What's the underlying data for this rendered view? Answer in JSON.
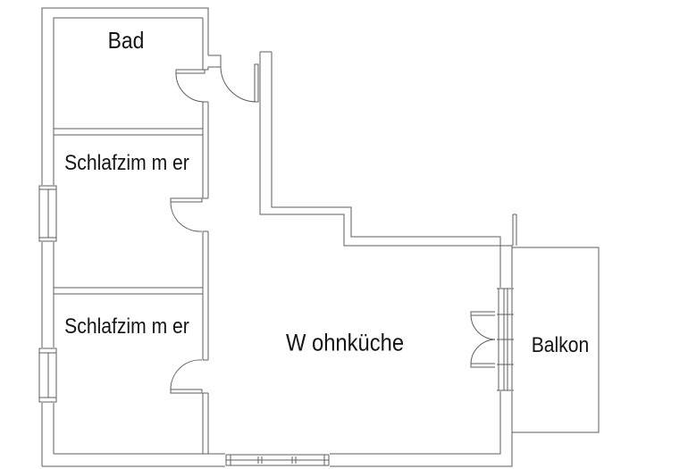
{
  "document": {
    "type": "floor-plan",
    "language": "de"
  },
  "colors": {
    "background": "#ffffff",
    "wall_line": "#5c5c5c",
    "label_text": "#141414"
  },
  "rooms": [
    {
      "id": "bad",
      "label": "Bad"
    },
    {
      "id": "schlafzimmer-1",
      "label": "Schlafzim m er"
    },
    {
      "id": "schlafzimmer-2",
      "label": "Schlafzim m er"
    },
    {
      "id": "wohnkueche",
      "label": "W ohnküche"
    },
    {
      "id": "balkon",
      "label": "Balkon"
    }
  ],
  "symbols": {
    "doors": [
      {
        "name": "entrance-door",
        "type": "single-swing"
      },
      {
        "name": "bad-door",
        "type": "single-swing"
      },
      {
        "name": "schlafzimmer-1-door",
        "type": "single-swing"
      },
      {
        "name": "schlafzimmer-2-door",
        "type": "single-swing"
      },
      {
        "name": "balkon-door",
        "type": "double-swing"
      }
    ],
    "windows": [
      {
        "name": "schlafzimmer-1-window",
        "wall": "west"
      },
      {
        "name": "schlafzimmer-2-window",
        "wall": "west"
      },
      {
        "name": "wohnkueche-window",
        "wall": "south"
      },
      {
        "name": "balkon-window",
        "wall": "east"
      }
    ]
  }
}
